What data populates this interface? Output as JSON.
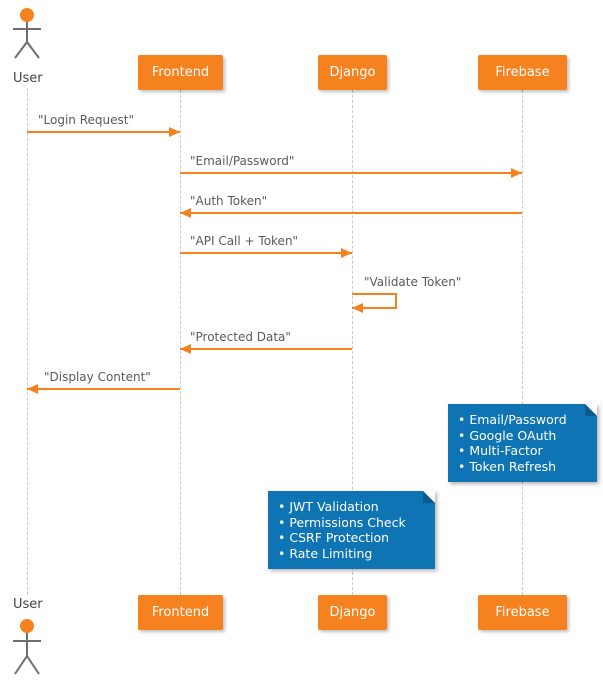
{
  "diagram": {
    "type": "sequence-diagram",
    "actors": {
      "top_label": "User",
      "bottom_label": "User"
    },
    "participants": [
      {
        "name": "Frontend"
      },
      {
        "name": "Django"
      },
      {
        "name": "Firebase"
      }
    ],
    "messages": [
      {
        "label": "\"Login Request\"",
        "from": "User",
        "to": "Frontend"
      },
      {
        "label": "\"Email/Password\"",
        "from": "Frontend",
        "to": "Firebase"
      },
      {
        "label": "\"Auth Token\"",
        "from": "Firebase",
        "to": "Frontend"
      },
      {
        "label": "\"API Call + Token\"",
        "from": "Frontend",
        "to": "Django"
      },
      {
        "label": "\"Validate Token\"",
        "from": "Django",
        "to": "Django"
      },
      {
        "label": "\"Protected Data\"",
        "from": "Django",
        "to": "Frontend"
      },
      {
        "label": "\"Display Content\"",
        "from": "Frontend",
        "to": "User"
      }
    ],
    "notes": [
      {
        "target": "Firebase",
        "lines": [
          "• Email/Password",
          "• Google OAuth",
          "• Multi-Factor",
          "• Token Refresh"
        ]
      },
      {
        "target": "Django",
        "lines": [
          "• JWT Validation",
          "• Permissions Check",
          "• CSRF Protection",
          "• Rate Limiting"
        ]
      }
    ],
    "colors": {
      "participant_fill": "#F5821F",
      "arrow": "#F5821F",
      "note_fill": "#0E74B4",
      "lifeline": "#C8C8C8",
      "message_text": "#5A5A5A"
    }
  }
}
